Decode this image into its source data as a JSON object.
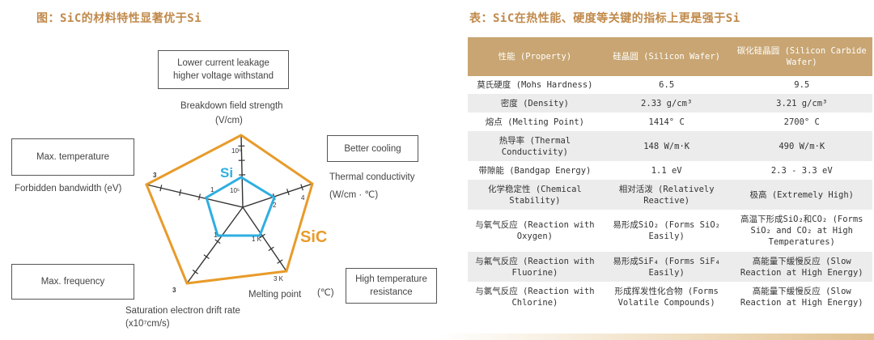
{
  "left_title": "图：SiC的材料特性显著优于Si",
  "right_title": "表：SiC在热性能、硬度等关键的指标上更是强于Si",
  "colors": {
    "si": "#2eaee0",
    "sic": "#e89b2a",
    "header_bg": "#c8a572",
    "title": "#c0894a"
  },
  "boxes": {
    "leakage_line1": "Lower current leakage",
    "leakage_line2": "higher voltage withstand",
    "max_temp": "Max. temperature",
    "cooling": "Better cooling",
    "max_freq": "Max. frequency",
    "high_temp_line1": "High temperature",
    "high_temp_line2": "resistance"
  },
  "axes": {
    "breakdown": "Breakdown field strength",
    "breakdown_unit": "(V/cm)",
    "thermal": "Thermal conductivity",
    "thermal_unit": "(W/cm · ℃)",
    "melting": "Melting point",
    "melting_unit": "(℃)",
    "drift": "Saturation electron drift rate",
    "drift_unit": "(x10⁷cm/s)",
    "bandgap": "Forbidden bandwidth (eV)"
  },
  "ticks": {
    "breakdown_sic": "10⁶",
    "breakdown_si": "10⁵",
    "thermal_sic": "4",
    "thermal_si": "2",
    "melting_sic": "3 K",
    "melting_si": "1 K",
    "drift_si": "1",
    "drift_sic": "3",
    "bandgap_sic": "3",
    "bandgap_si": "1"
  },
  "series": {
    "si_label": "Si",
    "sic_label": "SiC"
  },
  "table": {
    "headers": [
      "性能 (Property)",
      "硅晶圆 (Silicon Wafer)",
      "碳化硅晶圆 (Silicon Carbide Wafer)"
    ],
    "rows": [
      [
        "莫氏硬度 (Mohs Hardness)",
        "6.5",
        "9.5"
      ],
      [
        "密度 (Density)",
        "2.33 g/cm³",
        "3.21 g/cm³"
      ],
      [
        "熔点 (Melting Point)",
        "1414° C",
        "2700° C"
      ],
      [
        "热导率 (Thermal Conductivity)",
        "148 W/m·K",
        "490 W/m·K"
      ],
      [
        "带隙能 (Bandgap Energy)",
        "1.1 eV",
        "2.3 - 3.3 eV"
      ],
      [
        "化学稳定性 (Chemical Stability)",
        "相对活泼 (Relatively Reactive)",
        "极高 (Extremely High)"
      ],
      [
        "与氧气反应 (Reaction with Oxygen)",
        "易形成SiO₂ (Forms SiO₂ Easily)",
        "高温下形成SiO₂和CO₂ (Forms SiO₂ and CO₂ at High Temperatures)"
      ],
      [
        "与氟气反应 (Reaction with Fluorine)",
        "易形成SiF₄ (Forms SiF₄ Easily)",
        "高能量下缓慢反应 (Slow Reaction at High Energy)"
      ],
      [
        "与氯气反应 (Reaction with Chlorine)",
        "形成挥发性化合物 (Forms Volatile Compounds)",
        "高能量下缓慢反应 (Slow Reaction at High Energy)"
      ]
    ]
  }
}
